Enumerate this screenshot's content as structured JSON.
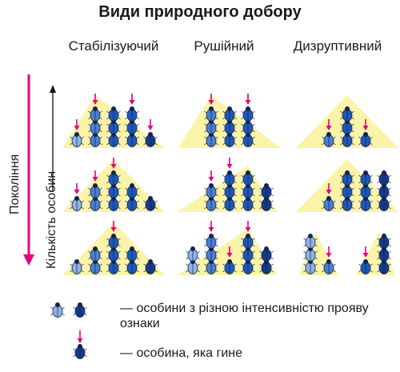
{
  "title": "Види природного добору",
  "columns": [
    "Стабілізуючий",
    "Рушійний",
    "Дизруптивний"
  ],
  "axis": {
    "generations": "Покоління",
    "count": "Кількість особин"
  },
  "legend": {
    "variation": "— особини з різною інтенсивністю прояву ознаки",
    "dying": "— особина, яка гине"
  },
  "colors": {
    "accent": "#e6007e",
    "hill": "#fbf3a8",
    "shades": [
      "#8fb4e6",
      "#4d7fcf",
      "#1f58b8",
      "#173a8a"
    ]
  },
  "panels": [
    [
      {
        "heights": [
          1,
          3,
          3,
          3,
          1
        ],
        "dying": [
          0,
          1,
          3,
          4
        ]
      },
      {
        "heights": [
          0,
          3,
          3,
          3,
          0
        ],
        "dying": [
          1,
          3
        ]
      },
      {
        "heights": [
          0,
          1,
          3,
          1,
          0
        ],
        "dying": [
          1,
          3
        ]
      }
    ],
    [
      {
        "heights": [
          1,
          2,
          3,
          2,
          1
        ],
        "dying": [
          0,
          1,
          2
        ]
      },
      {
        "heights": [
          0,
          2,
          3,
          3,
          2
        ],
        "dying": [
          1,
          2
        ]
      },
      {
        "heights": [
          0,
          1,
          3,
          3,
          3
        ],
        "dying": [
          1
        ]
      }
    ],
    [
      {
        "heights": [
          1,
          2,
          3,
          2,
          1
        ],
        "dying": [
          2
        ]
      },
      {
        "heights": [
          2,
          3,
          1,
          3,
          2
        ],
        "dying": [
          1,
          2,
          3
        ]
      },
      {
        "heights": [
          3,
          1,
          0,
          1,
          3
        ],
        "dying": [
          1,
          3
        ]
      }
    ]
  ]
}
